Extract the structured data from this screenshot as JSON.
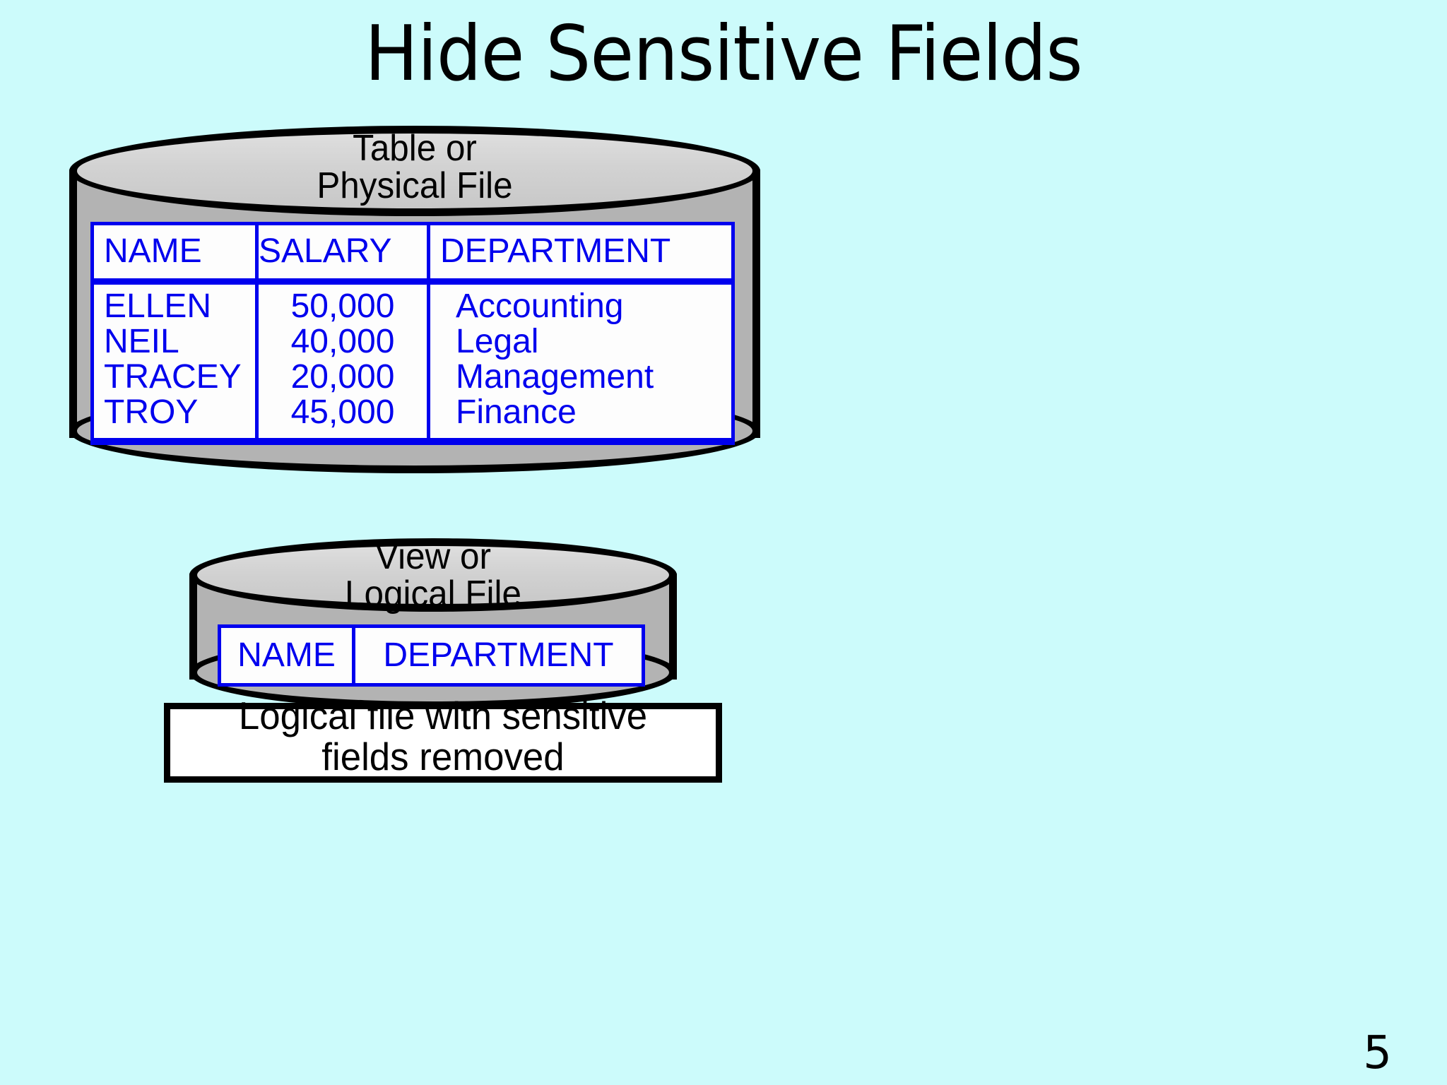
{
  "slide": {
    "title": "Hide Sensitive Fields",
    "page_number": "5",
    "background_color": "#ccfbfb"
  },
  "physical_file": {
    "label": "Table or\nPhysical File",
    "table": {
      "border_color": "#0000ee",
      "text_color": "#0000ee",
      "headers": [
        "NAME",
        "SALARY",
        "DEPARTMENT"
      ],
      "rows": [
        [
          "ELLEN",
          "50,000",
          "Accounting"
        ],
        [
          "NEIL",
          "40,000",
          "Legal"
        ],
        [
          "TRACEY",
          "20,000",
          "Management"
        ],
        [
          "TROY",
          "45,000",
          "Finance"
        ]
      ],
      "names_column": "ELLEN\nNEIL\nTRACEY\nTROY",
      "salary_column": "50,000\n40,000\n20,000\n45,000",
      "department_column": "Accounting\nLegal\nManagement\nFinance"
    }
  },
  "logical_file": {
    "label": "View or\nLogical File",
    "table": {
      "border_color": "#0000ee",
      "text_color": "#0000ee",
      "headers": [
        "NAME",
        "DEPARTMENT"
      ]
    }
  },
  "caption": {
    "text": "Logical file with sensitive\nfields removed"
  }
}
